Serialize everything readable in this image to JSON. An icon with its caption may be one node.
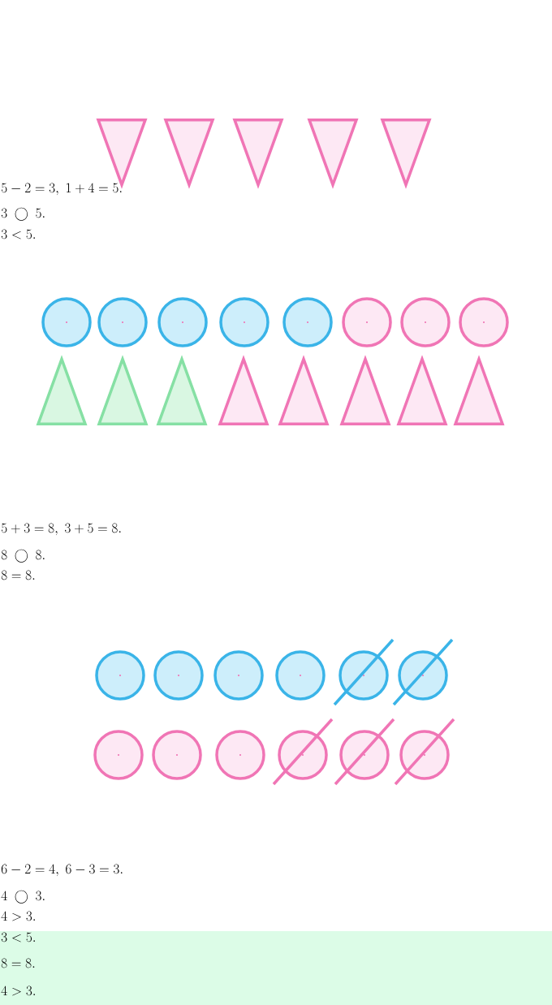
{
  "diagram": {
    "nodes": [
      {
        "text": [],
        "shape": "triangle"
      },
      {
        "text": [],
        "shape": "triangle"
      },
      {
        "text": [],
        "shape": "triangle"
      },
      {
        "text": [],
        "shape": "triangle"
      },
      {
        "text": [],
        "shape": "triangle"
      },
      {
        "text": [],
        "shape": "circle"
      },
      {
        "text": [],
        "shape": "circle"
      },
      {
        "text": [],
        "shape": "circle"
      },
      {
        "text": [],
        "shape": "circle"
      },
      {
        "text": [],
        "shape": "circle"
      },
      {
        "text": [],
        "shape": "circle"
      },
      {
        "text": [],
        "shape": "circle"
      },
      {
        "text": [],
        "shape": "circle"
      },
      {
        "text": [],
        "shape": "triangle"
      },
      {
        "text": [],
        "shape": "triangle"
      },
      {
        "text": [],
        "shape": "triangle"
      },
      {
        "text": [],
        "shape": "triangle"
      },
      {
        "text": [],
        "shape": "triangle"
      },
      {
        "text": [],
        "shape": "triangle"
      },
      {
        "text": [],
        "shape": "triangle"
      },
      {
        "text": [],
        "shape": "triangle"
      },
      {
        "text": [],
        "shape": "circle"
      },
      {
        "text": [],
        "shape": "circle"
      },
      {
        "text": [],
        "shape": "circle"
      },
      {
        "text": [],
        "shape": "circle"
      },
      {
        "text": [],
        "shape": "circle"
      },
      {
        "text": [],
        "shape": "circle"
      },
      {
        "text": [],
        "shape": "circle"
      },
      {
        "text": [],
        "shape": "circle"
      },
      {
        "text": [],
        "shape": "circle"
      },
      {
        "text": [],
        "shape": "circle"
      },
      {
        "text": [],
        "shape": "circle"
      },
      {
        "text": [],
        "shape": "circle"
      }
    ],
    "labels": [
      "5-2=3,\\ 1+4=5.",
      "3\\ \\bigcirc\\ 5.",
      "3<5.",
      "5+3=8,\\ 3+5=8.",
      "8\\ \\bigcirc\\ 8.",
      "8=8.",
      "6-2=4,\\ 6-3=3.",
      "4\\ \\bigcirc\\ 3.",
      "4>3.",
      "3<5.",
      "8=8.",
      "4>3."
    ]
  }
}
